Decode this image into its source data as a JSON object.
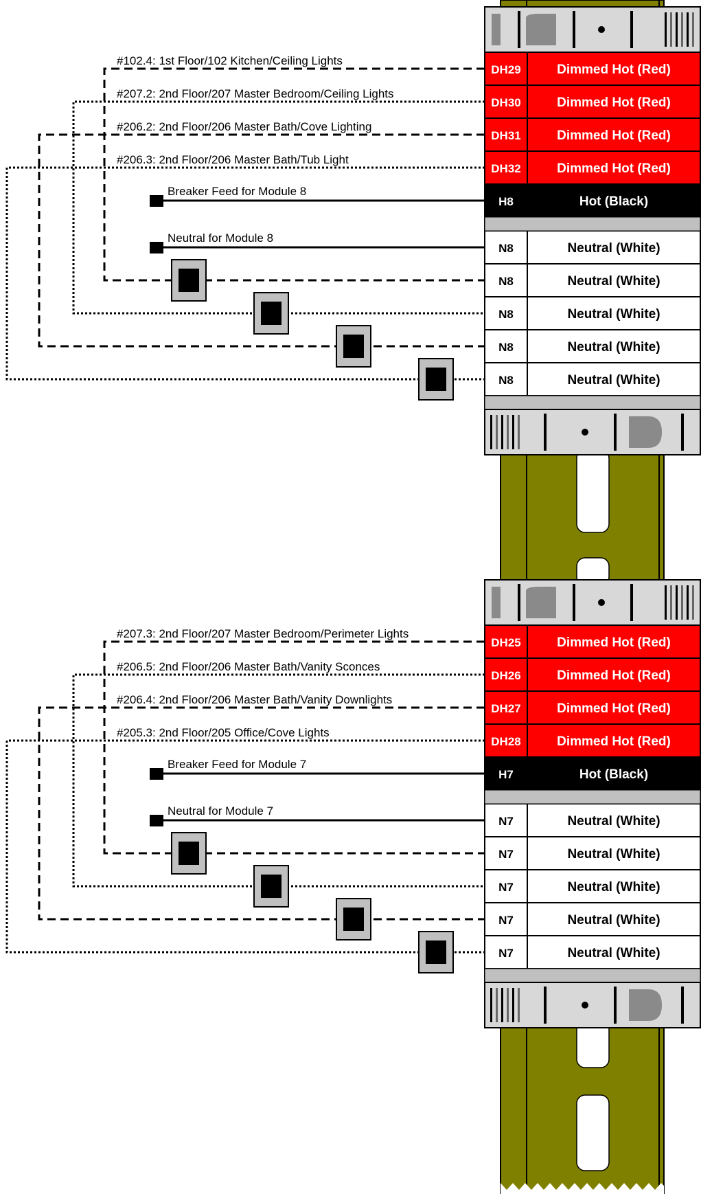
{
  "colors": {
    "rail": "#808000",
    "dimmed": "#ff0000",
    "hot": "#000000",
    "neutral": "#ffffff",
    "module_gray": "#c0c0c0"
  },
  "modules": [
    {
      "id": "module-8",
      "circuits": [
        {
          "label": "#102.4: 1st Floor/102 Kitchen/Ceiling Lights",
          "style": "dashed"
        },
        {
          "label": "#207.2: 2nd Floor/207 Master Bedroom/Ceiling Lights",
          "style": "dotted"
        },
        {
          "label": "#206.2: 2nd Floor/206 Master Bath/Cove Lighting",
          "style": "dashed"
        },
        {
          "label": "#206.3: 2nd Floor/206 Master Bath/Tub Light",
          "style": "dotted"
        }
      ],
      "breaker_label": "Breaker Feed for Module 8",
      "neutral_label": "Neutral for Module 8",
      "terminals": [
        {
          "code": "DH29",
          "desc": "Dimmed Hot (Red)",
          "kind": "dimmed"
        },
        {
          "code": "DH30",
          "desc": "Dimmed Hot (Red)",
          "kind": "dimmed"
        },
        {
          "code": "DH31",
          "desc": "Dimmed Hot (Red)",
          "kind": "dimmed"
        },
        {
          "code": "DH32",
          "desc": "Dimmed Hot (Red)",
          "kind": "dimmed"
        },
        {
          "code": "H8",
          "desc": "Hot (Black)",
          "kind": "hot"
        },
        {
          "code": "N8",
          "desc": "Neutral (White)",
          "kind": "neutral"
        },
        {
          "code": "N8",
          "desc": "Neutral (White)",
          "kind": "neutral"
        },
        {
          "code": "N8",
          "desc": "Neutral (White)",
          "kind": "neutral"
        },
        {
          "code": "N8",
          "desc": "Neutral (White)",
          "kind": "neutral"
        },
        {
          "code": "N8",
          "desc": "Neutral (White)",
          "kind": "neutral"
        }
      ]
    },
    {
      "id": "module-7",
      "circuits": [
        {
          "label": "#207.3: 2nd Floor/207 Master Bedroom/Perimeter Lights",
          "style": "dashed"
        },
        {
          "label": "#206.5: 2nd Floor/206 Master Bath/Vanity Sconces",
          "style": "dotted"
        },
        {
          "label": "#206.4: 2nd Floor/206 Master Bath/Vanity Downlights",
          "style": "dashed"
        },
        {
          "label": "#205.3: 2nd Floor/205 Office/Cove Lights",
          "style": "dotted"
        }
      ],
      "breaker_label": "Breaker Feed for Module 7",
      "neutral_label": "Neutral for Module 7",
      "terminals": [
        {
          "code": "DH25",
          "desc": "Dimmed Hot (Red)",
          "kind": "dimmed"
        },
        {
          "code": "DH26",
          "desc": "Dimmed Hot (Red)",
          "kind": "dimmed"
        },
        {
          "code": "DH27",
          "desc": "Dimmed Hot (Red)",
          "kind": "dimmed"
        },
        {
          "code": "DH28",
          "desc": "Dimmed Hot (Red)",
          "kind": "dimmed"
        },
        {
          "code": "H7",
          "desc": "Hot (Black)",
          "kind": "hot"
        },
        {
          "code": "N7",
          "desc": "Neutral (White)",
          "kind": "neutral"
        },
        {
          "code": "N7",
          "desc": "Neutral (White)",
          "kind": "neutral"
        },
        {
          "code": "N7",
          "desc": "Neutral (White)",
          "kind": "neutral"
        },
        {
          "code": "N7",
          "desc": "Neutral (White)",
          "kind": "neutral"
        },
        {
          "code": "N7",
          "desc": "Neutral (White)",
          "kind": "neutral"
        }
      ]
    }
  ]
}
